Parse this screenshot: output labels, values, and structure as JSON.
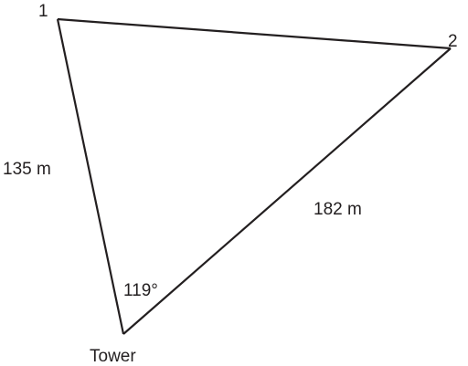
{
  "vertices": {
    "v1": "1",
    "v2": "2",
    "tower": "Tower"
  },
  "sides": {
    "tower_to_1": "135 m",
    "tower_to_2": "182 m"
  },
  "angles": {
    "tower_angle": "119°"
  },
  "colors": {
    "line": "#231f20",
    "text": "#231f20",
    "background": "#ffffff"
  }
}
